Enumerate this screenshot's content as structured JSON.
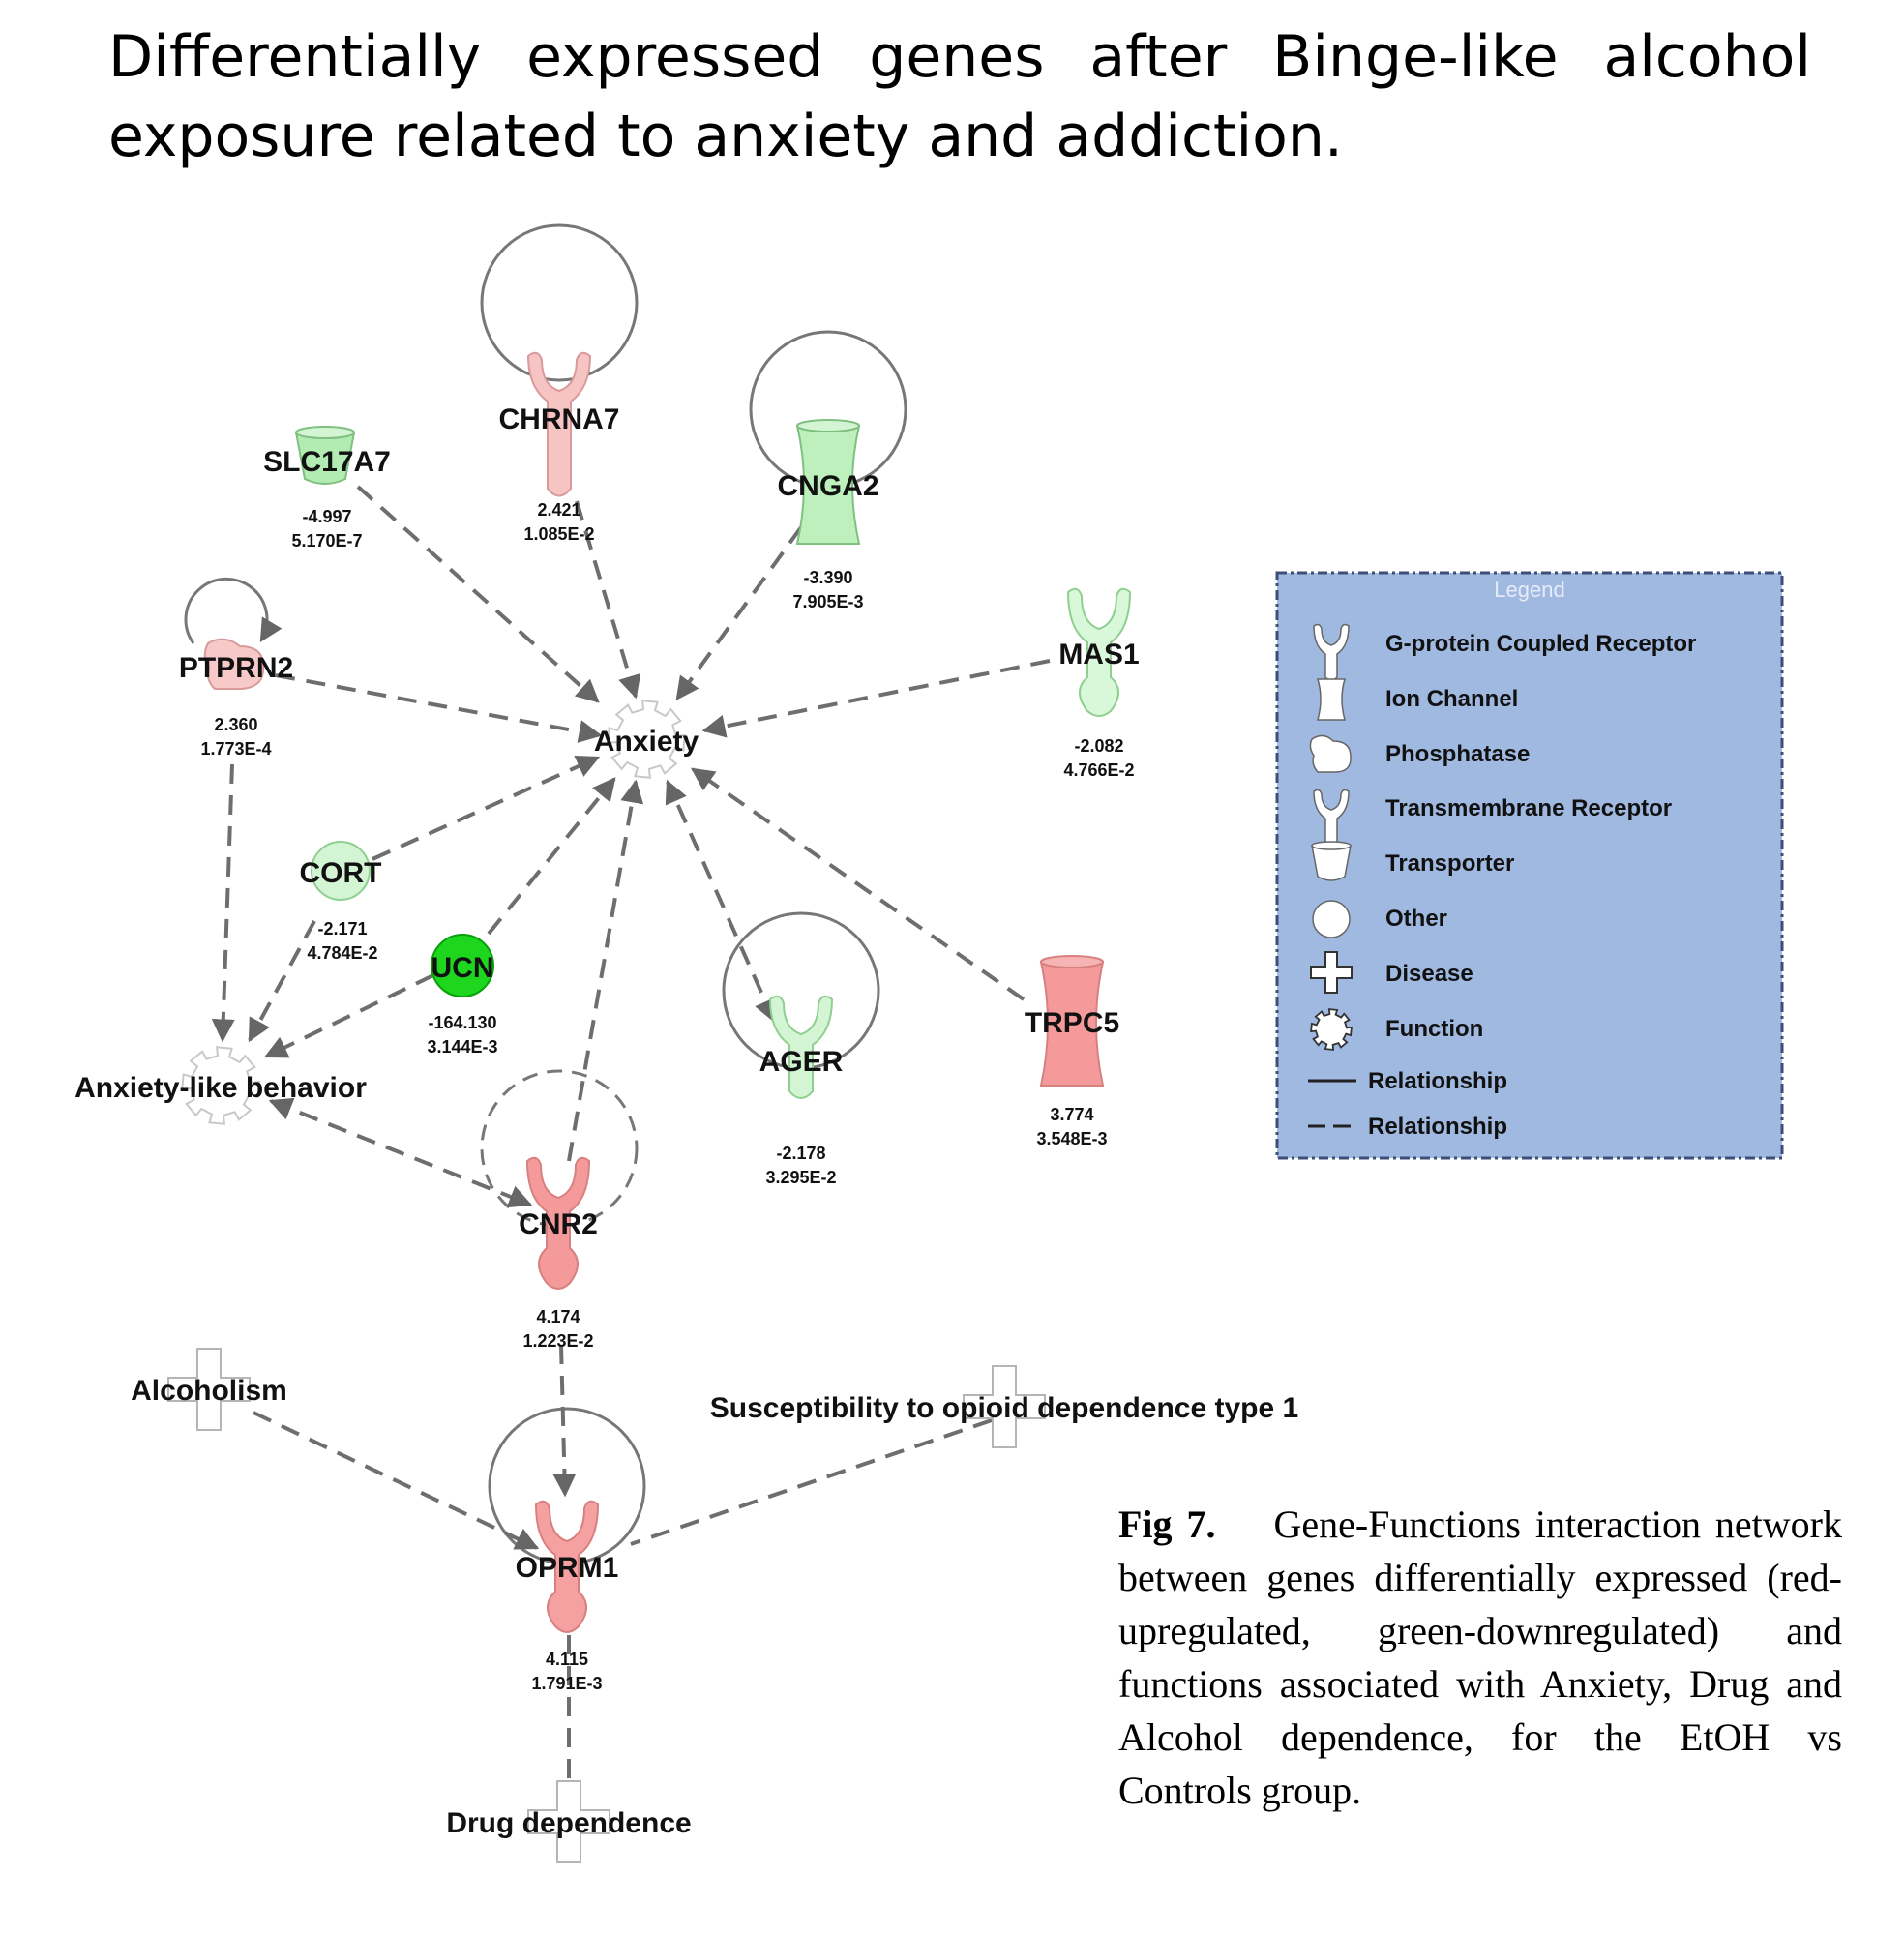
{
  "title": "Differentially expressed genes after Binge-like alcohol exposure related to anxiety and addiction.",
  "network": {
    "nodes": {
      "slc17a7": {
        "name": "SLC17A7",
        "fold": "-4.997",
        "p": "5.170E-7",
        "type": "transporter",
        "color": "#b3ecb3"
      },
      "chrna7": {
        "name": "CHRNA7",
        "fold": "2.421",
        "p": "1.085E-2",
        "type": "transmembrane-receptor",
        "color": "#f7c4c4"
      },
      "cnga2": {
        "name": "CNGA2",
        "fold": "-3.390",
        "p": "7.905E-3",
        "type": "ion-channel",
        "color": "#bdf0bd"
      },
      "ptprn2": {
        "name": "PTPRN2",
        "fold": "2.360",
        "p": "1.773E-4",
        "type": "phosphatase",
        "color": "#f7c9c9"
      },
      "mas1": {
        "name": "MAS1",
        "fold": "-2.082",
        "p": "4.766E-2",
        "type": "g-protein-coupled-receptor",
        "color": "#d9f7d9"
      },
      "cort": {
        "name": "CORT",
        "fold": "-2.171",
        "p": "4.784E-2",
        "type": "other",
        "color": "#d4f5d4"
      },
      "ucn": {
        "name": "UCN",
        "fold": "-164.130",
        "p": "3.144E-3",
        "type": "other",
        "color": "#1fd61f"
      },
      "ager": {
        "name": "AGER",
        "fold": "-2.178",
        "p": "3.295E-2",
        "type": "transmembrane-receptor",
        "color": "#d4f5d4"
      },
      "trpc5": {
        "name": "TRPC5",
        "fold": "3.774",
        "p": "3.548E-3",
        "type": "ion-channel",
        "color": "#f49a9a"
      },
      "cnr2": {
        "name": "CNR2",
        "fold": "4.174",
        "p": "1.223E-2",
        "type": "g-protein-coupled-receptor",
        "color": "#f59a9a"
      },
      "oprm1": {
        "name": "OPRM1",
        "fold": "4.115",
        "p": "1.791E-3",
        "type": "g-protein-coupled-receptor",
        "color": "#f5a1a1"
      }
    },
    "functions": {
      "anxiety": "Anxiety",
      "anxiety_like": "Anxiety-like behavior"
    },
    "diseases": {
      "alcoholism": "Alcoholism",
      "opioid": "Susceptibility to opioid dependence type 1",
      "drug": "Drug dependence"
    }
  },
  "legend": {
    "title": "Legend",
    "items": [
      "G-protein Coupled Receptor",
      "Ion Channel",
      "Phosphatase",
      "Transmembrane Receptor",
      "Transporter",
      "Other",
      "Disease",
      "Function",
      "Relationship",
      "Relationship"
    ],
    "background": "#a0b9e0"
  },
  "caption": {
    "label": "Fig 7.",
    "text": "Gene-Functions interaction network between genes differentially expressed (red-upregulated, green-downregulated) and functions associated with Anxiety, Drug and Alcohol dependence, for the EtOH vs Controls group."
  }
}
